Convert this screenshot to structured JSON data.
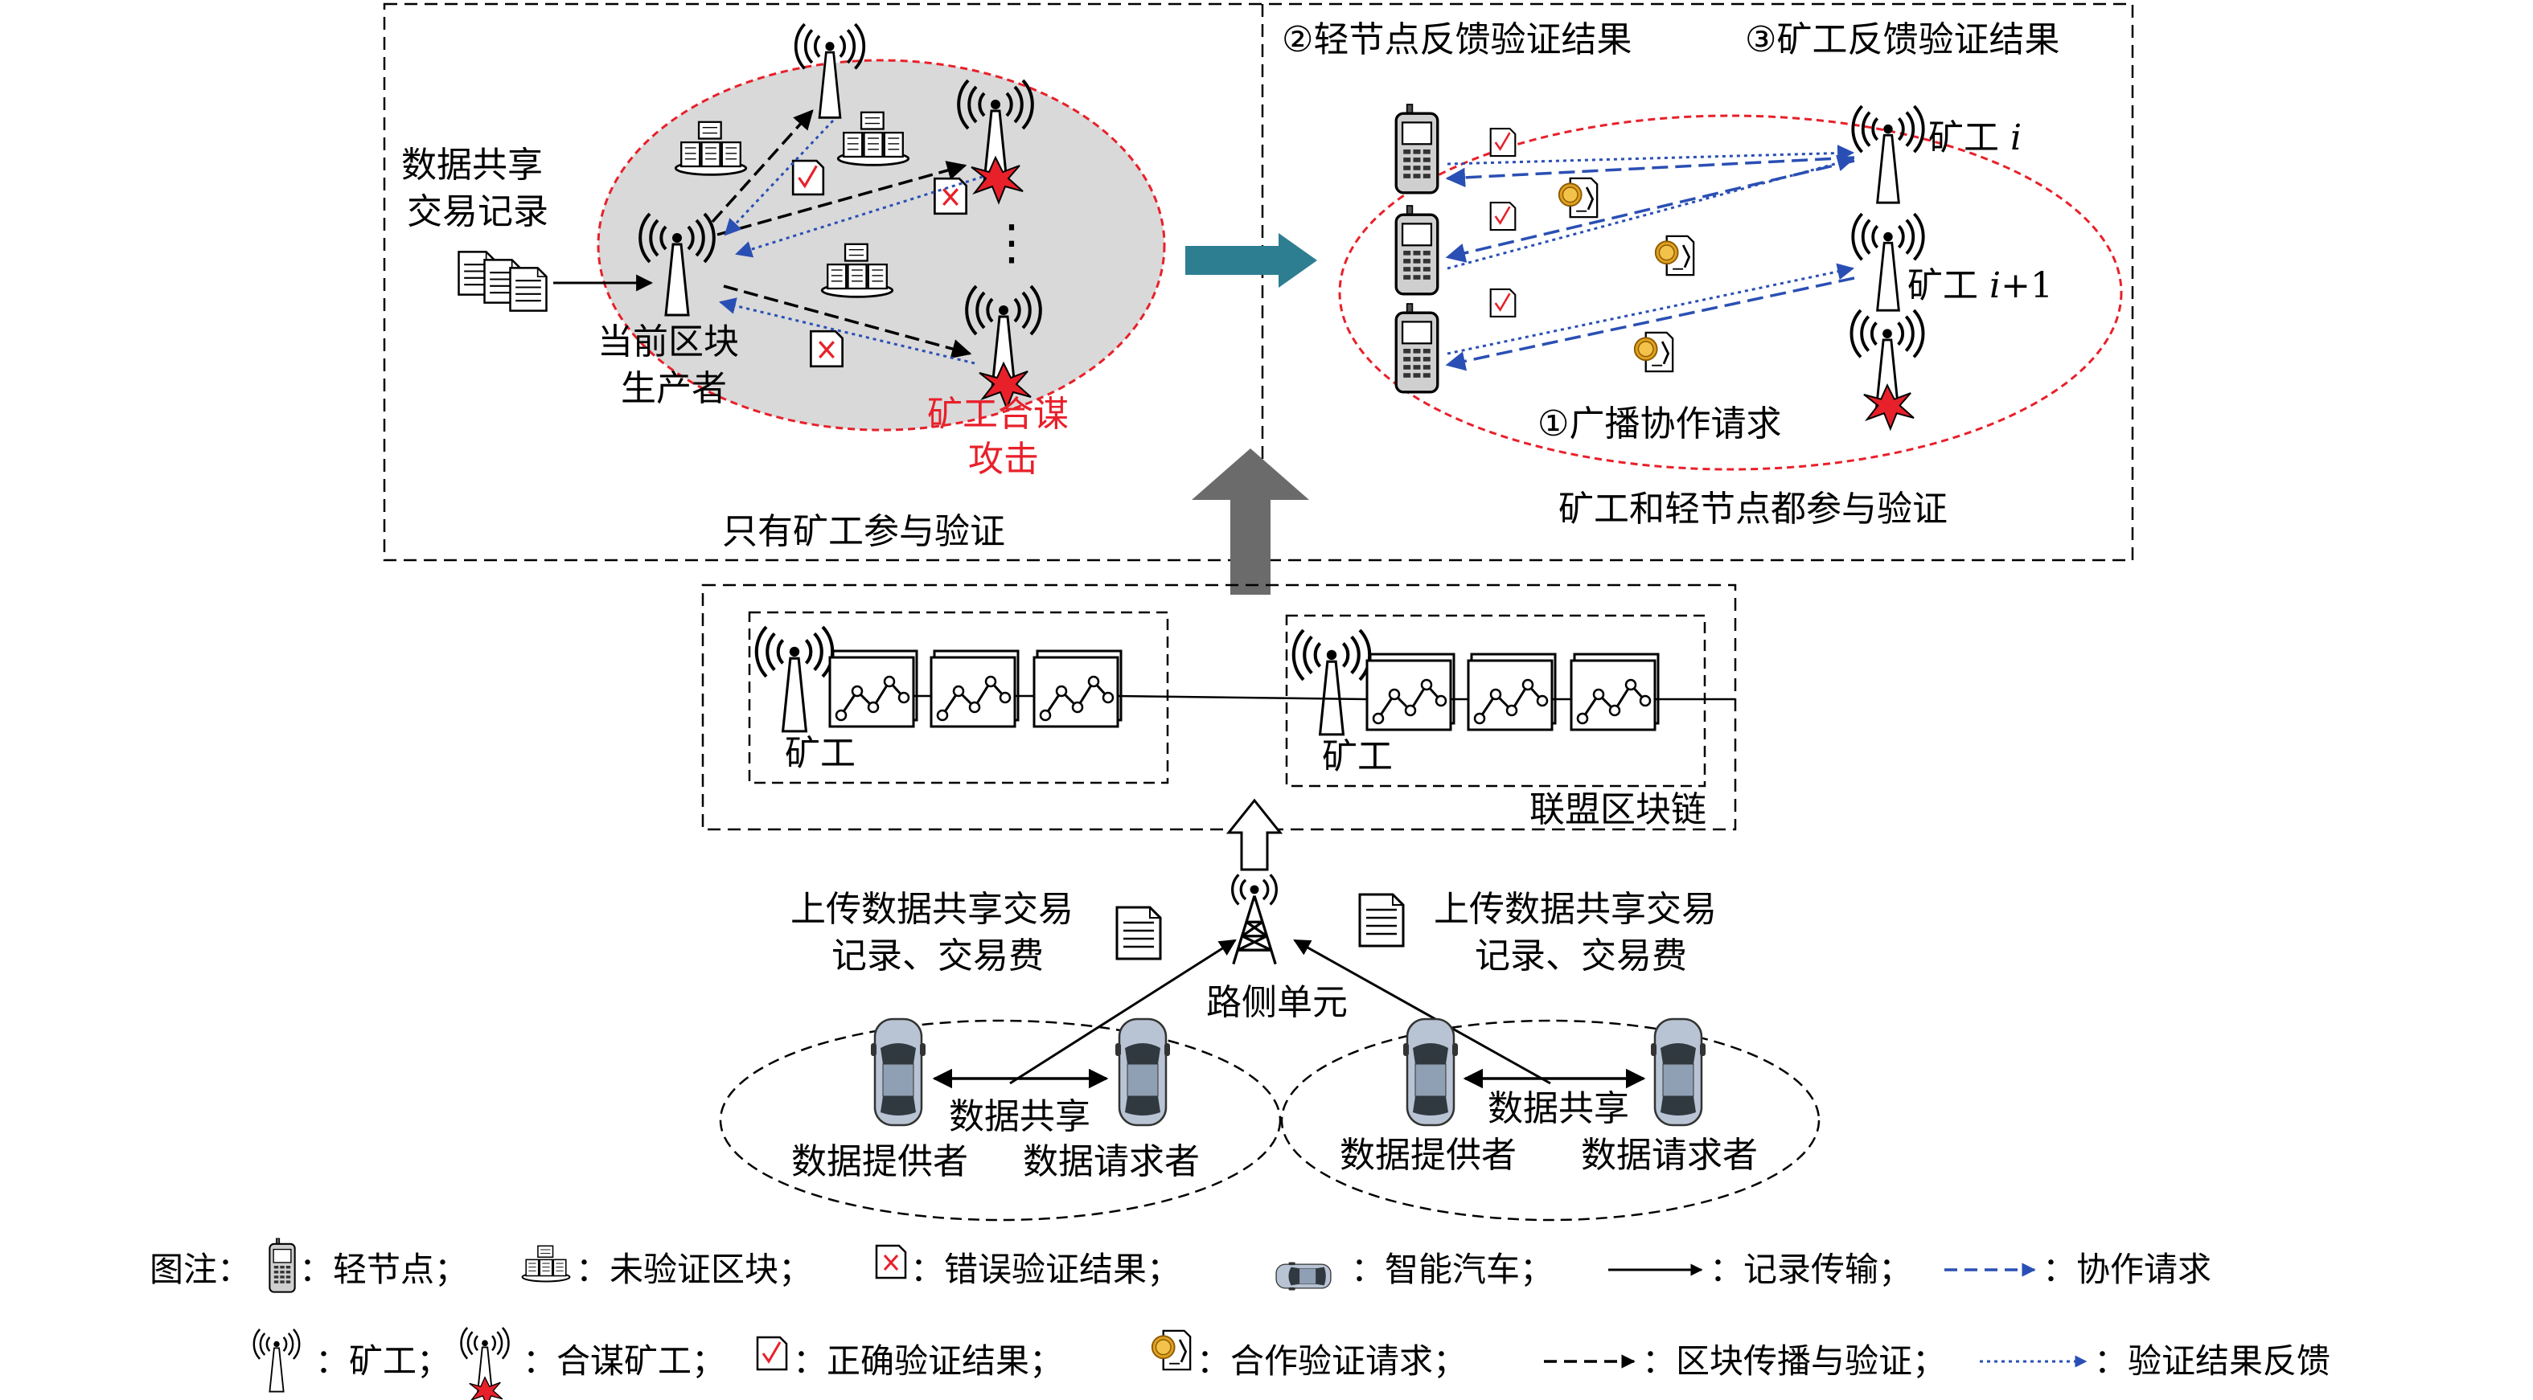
{
  "left_panel": {
    "source_lines": [
      "数据共享",
      "交易记录"
    ],
    "producer_lines": [
      "当前区块",
      "生产者"
    ],
    "attack_lines": [
      "矿工合谋",
      "攻击"
    ],
    "ellipsis": "⋮",
    "footer": "只有矿工参与验证"
  },
  "right_panel": {
    "step2": "②轻节点反馈验证结果",
    "step3": "③矿工反馈验证结果",
    "step1": "①广播协作请求",
    "miner_i_label": "矿工 ",
    "miner_i_var": "i",
    "miner_i1_label": "矿工 ",
    "miner_i1_var": "i",
    "miner_i1_suffix": "+1",
    "footer": "矿工和轻节点都参与验证"
  },
  "consortium": {
    "miner_label_1": "矿工",
    "miner_label_2": "矿工",
    "footer": "联盟区块链"
  },
  "roadside": {
    "label": "路侧单元",
    "upload_left_lines": [
      "上传数据共享交易",
      "记录、交易费"
    ],
    "upload_right_lines": [
      "上传数据共享交易",
      "记录、交易费"
    ]
  },
  "vehicles": {
    "left": {
      "share": "数据共享",
      "provider": "数据提供者",
      "requester": "数据请求者"
    },
    "right": {
      "share": "数据共享",
      "provider": "数据提供者",
      "requester": "数据请求者"
    }
  },
  "legend": {
    "prefix": "图注：",
    "row1": [
      "：轻节点；",
      "：未验证区块；",
      "：错误验证结果；",
      "：智能汽车；",
      "：记录传输；",
      "：协作请求"
    ],
    "row2": [
      "：矿工；",
      "：合谋矿工；",
      "：正确验证结果；",
      "：合作验证请求；",
      "：区块传播与验证；",
      "：验证结果反馈"
    ]
  },
  "colors": {
    "red": "#e8202a",
    "blue": "#2a4fb4",
    "arrow_teal": "#2e7e92",
    "gray_fill": "#d9d9d9",
    "big_arrow": "#6b6b6b"
  }
}
